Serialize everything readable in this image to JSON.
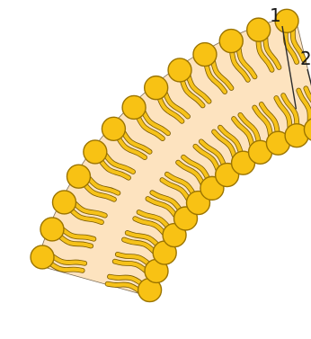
{
  "diagram": {
    "callouts": [
      {
        "id": "1",
        "label": "1"
      },
      {
        "id": "2",
        "label": "2"
      }
    ],
    "colors": {
      "band_fill": "#fde3bf",
      "band_stroke": "#7a6a52",
      "head_fill": "#f8c214",
      "head_stroke": "#9b7400",
      "tail_fill": "#f6c21a",
      "tail_stroke": "#7a5a00",
      "line": "#2c2c2c"
    }
  }
}
